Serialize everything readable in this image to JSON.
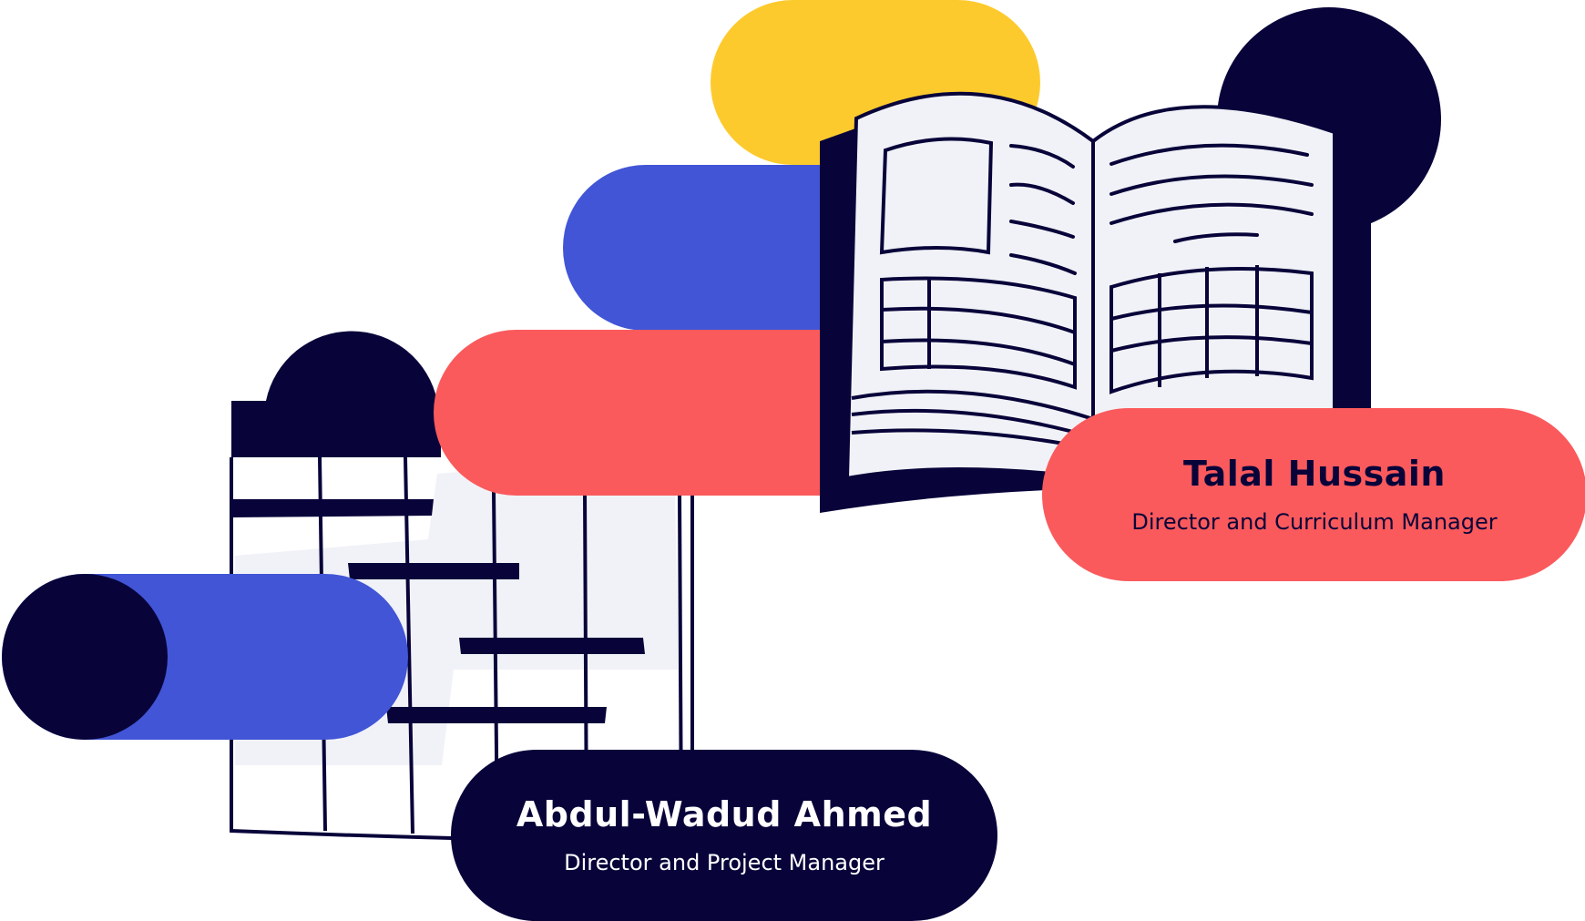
{
  "colors": {
    "yellow": "#FDCA2E",
    "blue": "#4155D6",
    "coral": "#FA5A5C",
    "navy": "#08043A",
    "paper": "#F1F2F7",
    "white": "#FFFFFF"
  },
  "people": [
    {
      "name": "Talal Hussain",
      "role": "Director and Curriculum Manager",
      "card_color": "coral",
      "text_color": "navy"
    },
    {
      "name": "Abdul-Wadud Ahmed",
      "role": "Director and Project Manager",
      "card_color": "navy",
      "text_color": "white"
    }
  ],
  "decorations": [
    "calendar-illustration",
    "open-book-illustration"
  ]
}
